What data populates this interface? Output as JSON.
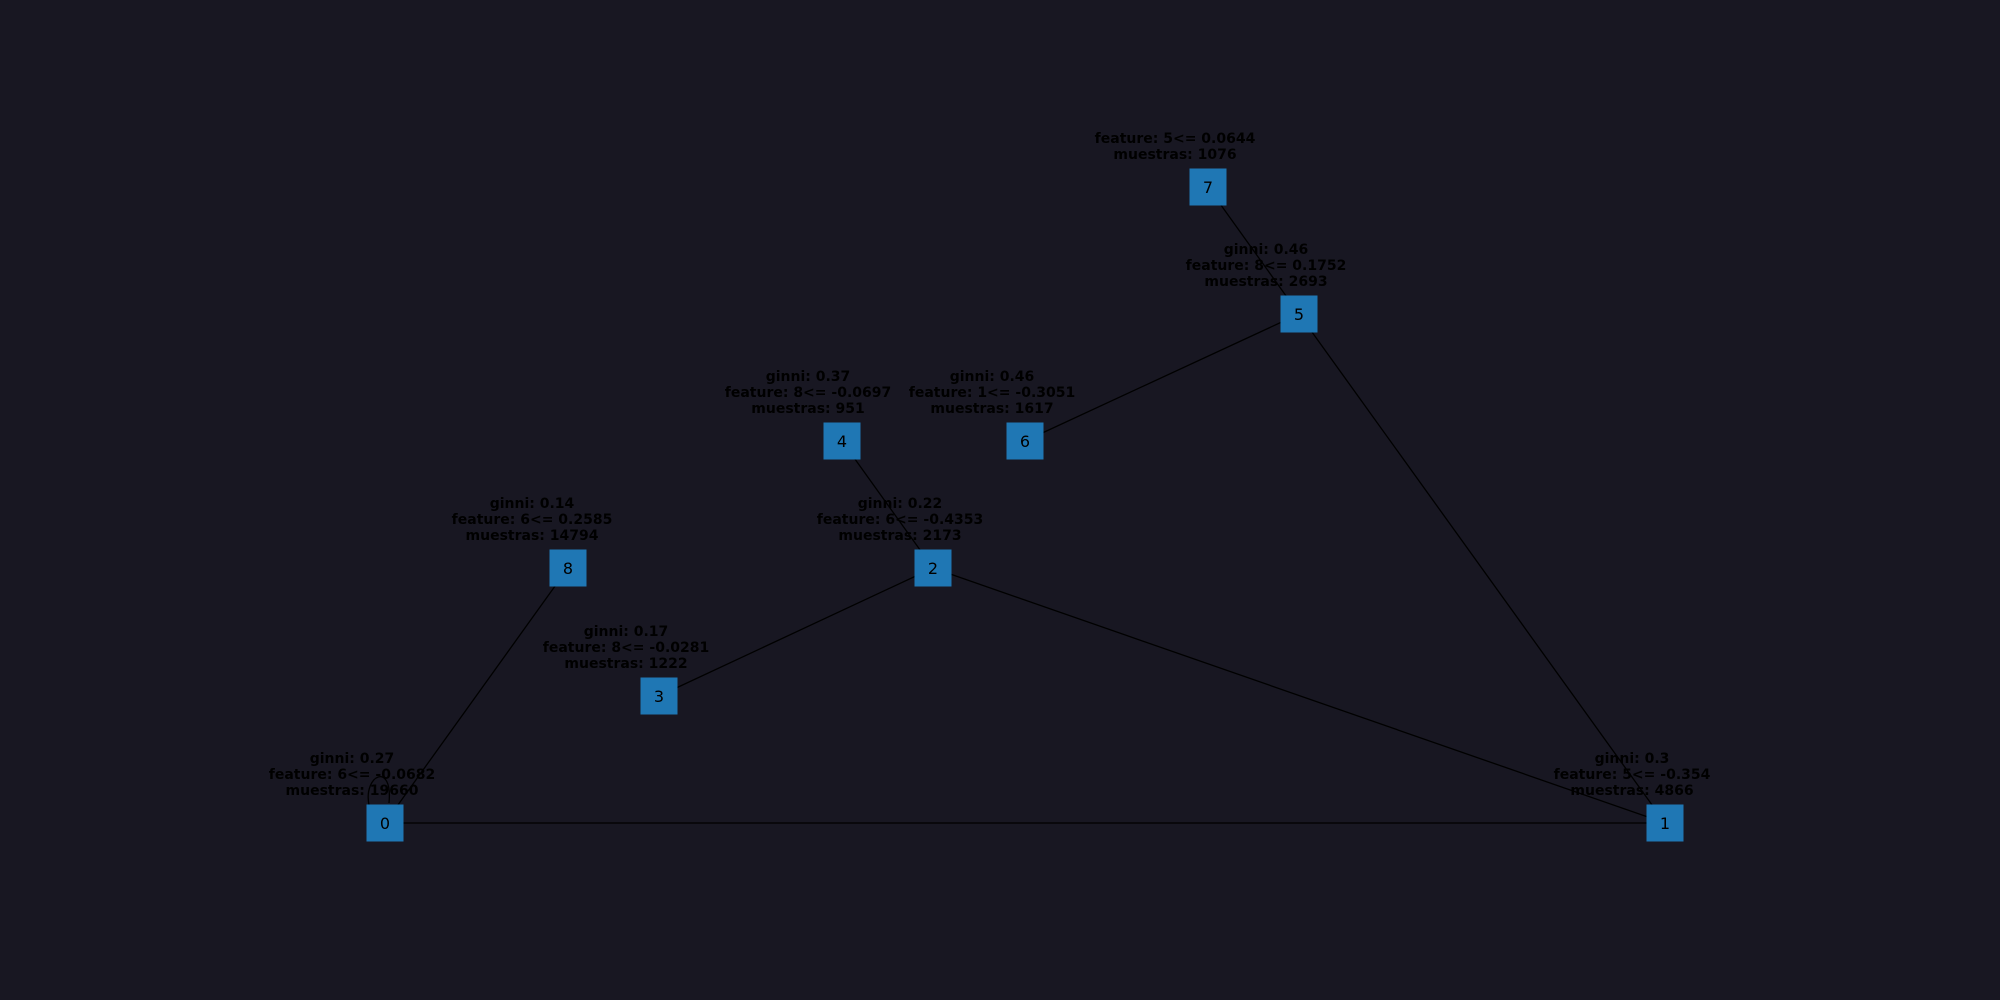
{
  "colors": {
    "background": "#181722",
    "node_fill": "#1f77b4",
    "edge": "#000000",
    "text": "#000000"
  },
  "nodes": [
    {
      "id": "0",
      "lines": [
        "ginni: 0.27",
        "feature: 6<= -0.0682",
        "muestras: 19660"
      ]
    },
    {
      "id": "1",
      "lines": [
        "ginni: 0.3",
        "feature: 5<= -0.354",
        "muestras: 4866"
      ]
    },
    {
      "id": "2",
      "lines": [
        "ginni: 0.22",
        "feature: 6<= -0.4353",
        "muestras: 2173"
      ]
    },
    {
      "id": "3",
      "lines": [
        "ginni: 0.17",
        "feature: 8<= -0.0281",
        "muestras: 1222"
      ]
    },
    {
      "id": "4",
      "lines": [
        "ginni: 0.37",
        "feature: 8<= -0.0697",
        "muestras: 951"
      ]
    },
    {
      "id": "5",
      "lines": [
        "ginni: 0.46",
        "feature: 8<= 0.1752",
        "muestras: 2693"
      ]
    },
    {
      "id": "6",
      "lines": [
        "ginni: 0.46",
        "feature: 1<= -0.3051",
        "muestras: 1617"
      ]
    },
    {
      "id": "7",
      "lines": [
        "feature: 5<= 0.0644",
        "muestras: 1076"
      ]
    },
    {
      "id": "8",
      "lines": [
        "ginni: 0.14",
        "feature: 6<= 0.2585",
        "muestras: 14794"
      ]
    }
  ],
  "edges": [
    {
      "from": "0",
      "to": "0"
    },
    {
      "from": "0",
      "to": "1"
    },
    {
      "from": "0",
      "to": "8"
    },
    {
      "from": "1",
      "to": "2"
    },
    {
      "from": "1",
      "to": "5"
    },
    {
      "from": "2",
      "to": "3"
    },
    {
      "from": "2",
      "to": "4"
    },
    {
      "from": "5",
      "to": "6"
    },
    {
      "from": "5",
      "to": "7"
    }
  ]
}
